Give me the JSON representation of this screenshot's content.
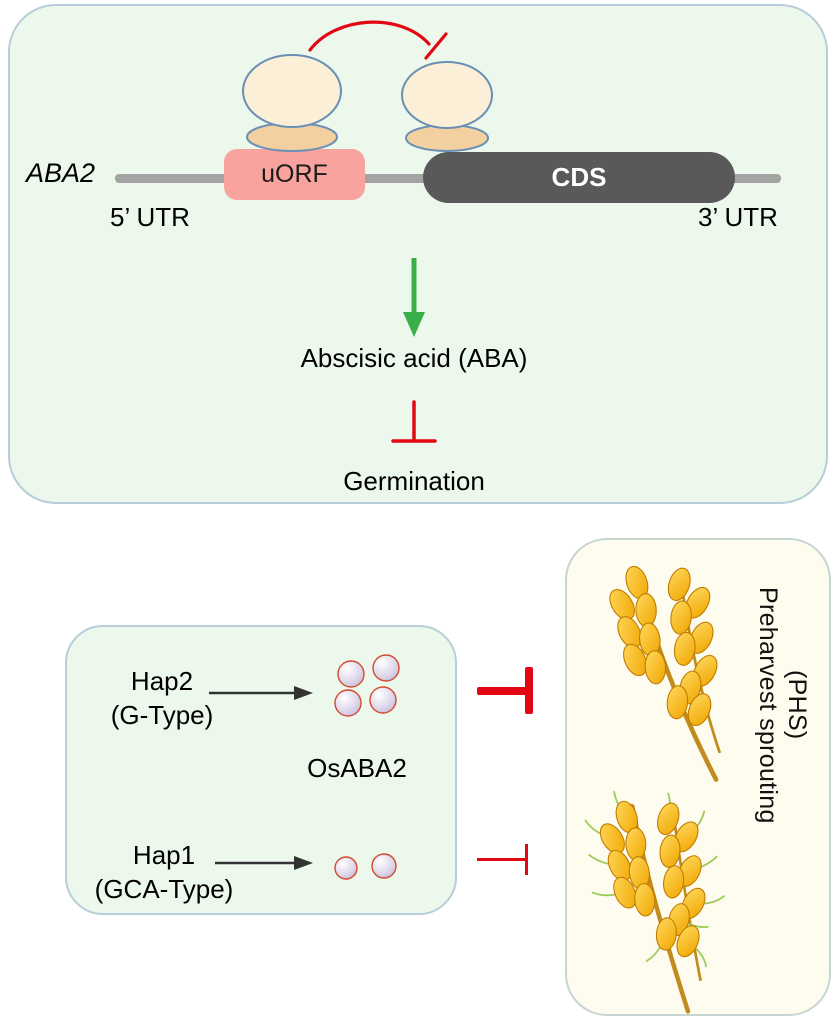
{
  "pathway_panel": {
    "gene_label": "ABA2",
    "utr5_label": "5’ UTR",
    "utr3_label": "3’ UTR",
    "uorf_label": "uORF",
    "cds_label": "CDS",
    "aba_label": "Abscisic acid (ABA)",
    "germination_label": "Germination"
  },
  "haplotype_panel": {
    "hap2_label": "Hap2",
    "hap2_type_label": "(G-Type)",
    "hap1_label": "Hap1",
    "hap1_type_label": "(GCA-Type)",
    "protein_label": "OsABA2"
  },
  "phs_panel": {
    "phs_label_line1": "Preharvest sprouting",
    "phs_label_line2": "(PHS)"
  },
  "icons": {
    "ribosome_uorf": "ribosome-icon",
    "ribosome_cds": "ribosome-icon",
    "uorf_inhibition_arc": "curved-t-bar-inhibition-icon",
    "aba_promote_arrow": "green-down-arrow-icon",
    "aba_inhibition_bar": "red-t-bar-down-icon",
    "hap2_arrow": "black-right-arrow-icon",
    "hap1_arrow": "black-right-arrow-icon",
    "hap2_inhibition": "thick-red-t-bar-icon",
    "hap1_inhibition": "thin-red-t-bar-icon",
    "osaba2_high": "four-spheres-icon",
    "osaba2_low": "two-spheres-icon",
    "panicle_dormant": "wheat-panicle-icon",
    "panicle_sprouting": "wheat-panicle-sprouting-icon"
  },
  "colors": {
    "panel_green_bg": "#edf8ec",
    "panel_cream_bg": "#fdfcee",
    "panel_border": "#b7cdd9",
    "mrna_gray": "#a3a3a3",
    "uorf_pink": "#f8a39d",
    "cds_gray": "#595959",
    "inhibition_red": "#e30613",
    "promote_green": "#3aae49",
    "ribosome_large_fill": "#fcefd8",
    "ribosome_small_fill": "#f2d0a0",
    "ribosome_outline": "#6a8fb5",
    "arrow_black": "#333333",
    "molecule_fill": "#d9d2e8",
    "molecule_outline": "#d4492e",
    "grain_gold": "#f2ab00",
    "stem_brown": "#c28b1e",
    "sprout_green": "#9dcb5a"
  }
}
